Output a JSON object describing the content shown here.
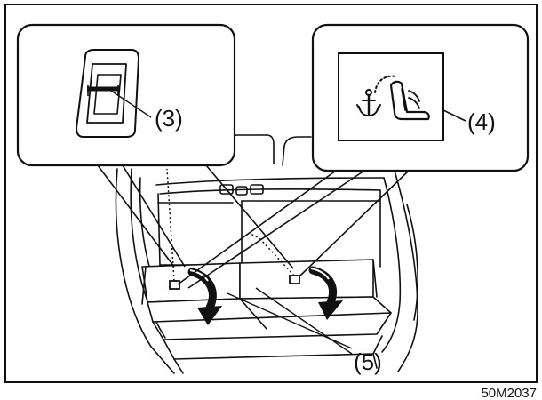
{
  "figure": {
    "labels": {
      "anchor_hook": "(3)",
      "anchor_symbol": "(4)",
      "seatback": "(5)"
    },
    "figure_code": "50M2037",
    "icons": {
      "anchor_hook": "tether-anchor-hook-icon",
      "anchor_symbol": "child-seat-anchor-icon",
      "fold_arrow": "curved-arrow-down-icon"
    },
    "colors": {
      "ink": "#111111",
      "background": "#ffffff"
    }
  }
}
